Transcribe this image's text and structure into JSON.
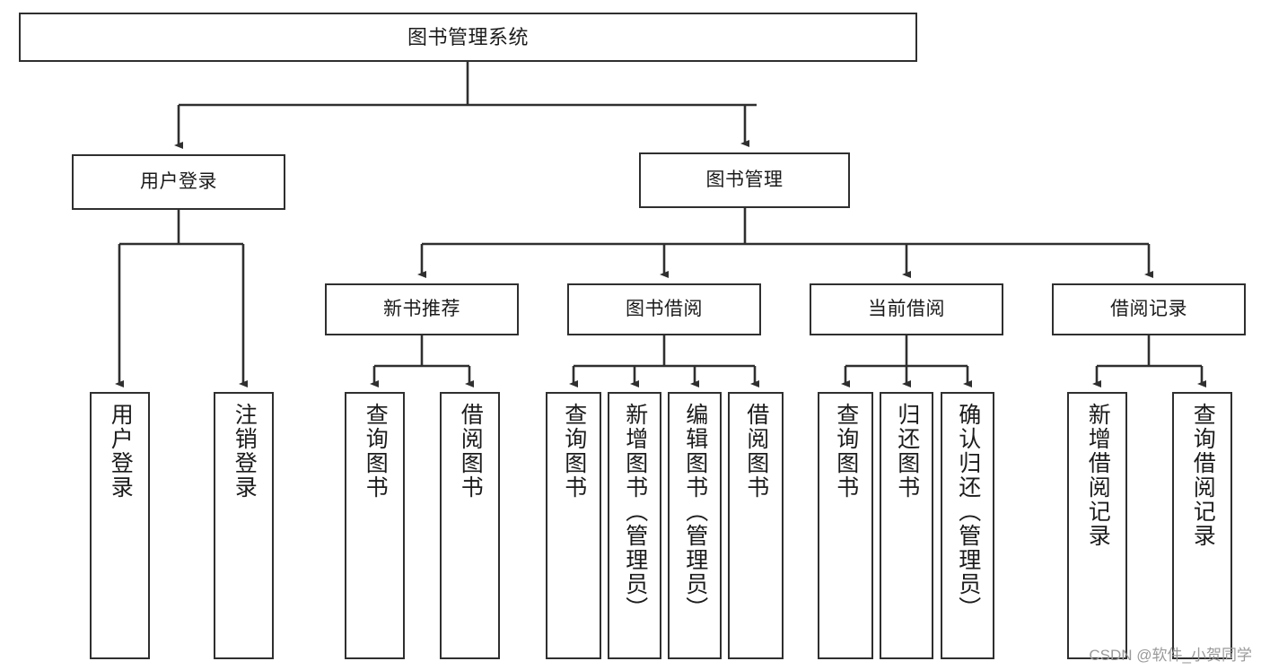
{
  "diagram": {
    "title": "图书管理系统",
    "type": "tree-hierarchy",
    "watermark": "CSDN @软件_小贺同学",
    "colors": {
      "box_border": "#2f2f2f",
      "box_fill": "#ffffff",
      "edge": "#2f2f2f",
      "text": "#1b1b1b",
      "watermark": "#9a9a9a",
      "background": "#ffffff"
    }
  },
  "nodes": {
    "root": {
      "label": "图书管理系统",
      "orientation": "horizontal",
      "level": 0
    },
    "l1": [
      {
        "id": "user-login",
        "label": "用户登录",
        "orientation": "horizontal",
        "level": 1
      },
      {
        "id": "book-manage",
        "label": "图书管理",
        "orientation": "horizontal",
        "level": 1
      }
    ],
    "l2": [
      {
        "id": "new-book-rec",
        "label": "新书推荐",
        "orientation": "horizontal",
        "level": 2,
        "parent": "book-manage"
      },
      {
        "id": "book-borrow",
        "label": "图书借阅",
        "orientation": "horizontal",
        "level": 2,
        "parent": "book-manage"
      },
      {
        "id": "current-borrow",
        "label": "当前借阅",
        "orientation": "horizontal",
        "level": 2,
        "parent": "book-manage"
      },
      {
        "id": "borrow-record",
        "label": "借阅记录",
        "orientation": "horizontal",
        "level": 2,
        "parent": "book-manage"
      }
    ],
    "leaves": [
      {
        "id": "leaf-user-login",
        "label": "用户登录",
        "orientation": "vertical",
        "parent": "user-login"
      },
      {
        "id": "leaf-user-logout",
        "label": "注销登录",
        "orientation": "vertical",
        "parent": "user-login"
      },
      {
        "id": "leaf-rec-query-book",
        "label": "查询图书",
        "orientation": "vertical",
        "parent": "new-book-rec"
      },
      {
        "id": "leaf-rec-borrow-book",
        "label": "借阅图书",
        "orientation": "vertical",
        "parent": "new-book-rec"
      },
      {
        "id": "leaf-borrow-query-book",
        "label": "查询图书",
        "orientation": "vertical",
        "parent": "book-borrow"
      },
      {
        "id": "leaf-borrow-add-book",
        "label": "新增图书（管理员）",
        "orientation": "vertical",
        "parent": "book-borrow"
      },
      {
        "id": "leaf-borrow-edit-book",
        "label": "编辑图书（管理员）",
        "orientation": "vertical",
        "parent": "book-borrow"
      },
      {
        "id": "leaf-borrow-borrow-book",
        "label": "借阅图书",
        "orientation": "vertical",
        "parent": "book-borrow"
      },
      {
        "id": "leaf-current-query-book",
        "label": "查询图书",
        "orientation": "vertical",
        "parent": "current-borrow"
      },
      {
        "id": "leaf-current-return-book",
        "label": "归还图书",
        "orientation": "vertical",
        "parent": "current-borrow"
      },
      {
        "id": "leaf-current-confirm-return",
        "label": "确认归还（管理员）",
        "orientation": "vertical",
        "parent": "current-borrow"
      },
      {
        "id": "leaf-record-add",
        "label": "新增借阅记录",
        "orientation": "vertical",
        "parent": "borrow-record"
      },
      {
        "id": "leaf-record-query",
        "label": "查询借阅记录",
        "orientation": "vertical",
        "parent": "borrow-record"
      }
    ]
  }
}
